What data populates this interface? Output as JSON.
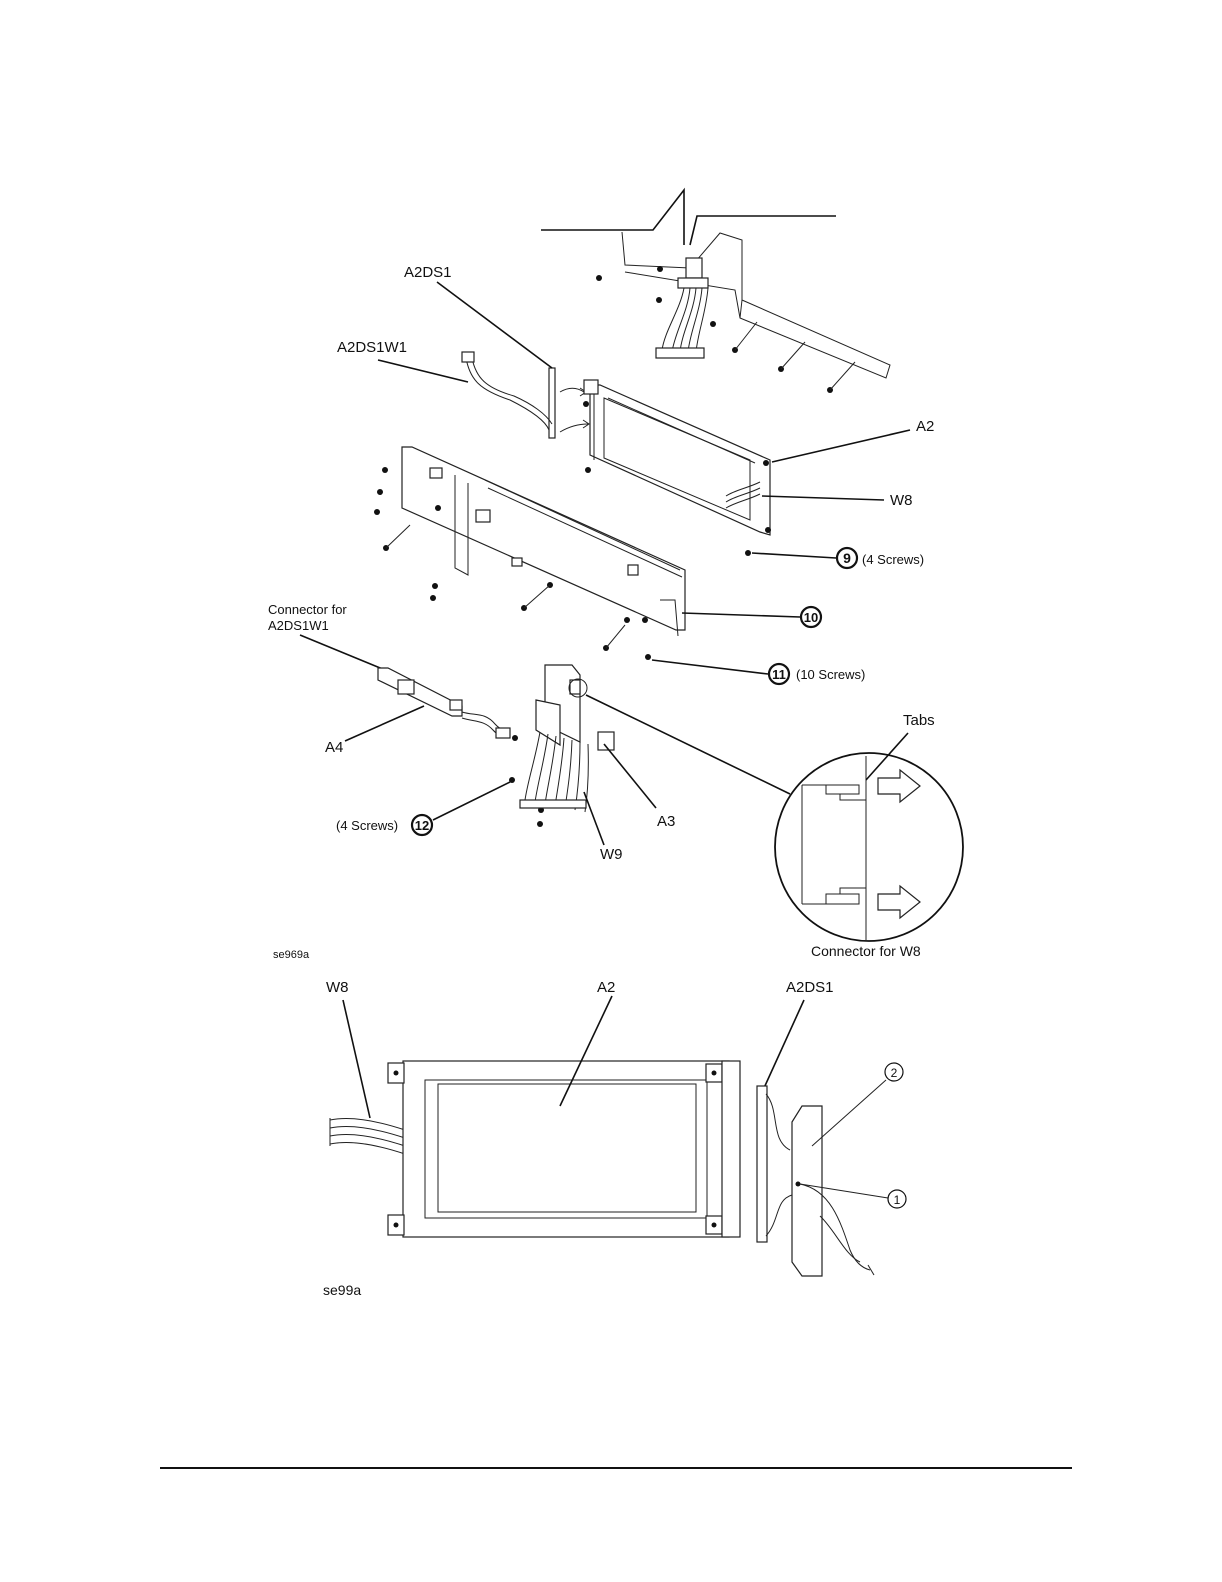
{
  "figure1": {
    "labels": {
      "a2ds1": "A2DS1",
      "a2ds1w1": "A2DS1W1",
      "a2": "A2",
      "w8": "W8",
      "callout9": "9",
      "screws9": "(4 Screws)",
      "callout10": "10",
      "connector_a2ds1w1_line1": "Connector for",
      "connector_a2ds1w1_line2": "A2DS1W1",
      "callout11": "11",
      "screws11": "(10 Screws)",
      "tabs": "Tabs",
      "a4": "A4",
      "a3": "A3",
      "screws12": "(4 Screws)",
      "callout12": "12",
      "w9": "W9",
      "connector_w8": "Connector for W8",
      "figure_id": "se969a"
    }
  },
  "figure2": {
    "labels": {
      "w8": "W8",
      "a2": "A2",
      "a2ds1": "A2DS1",
      "callout2": "2",
      "callout1": "1",
      "figure_id": "se99a"
    }
  }
}
